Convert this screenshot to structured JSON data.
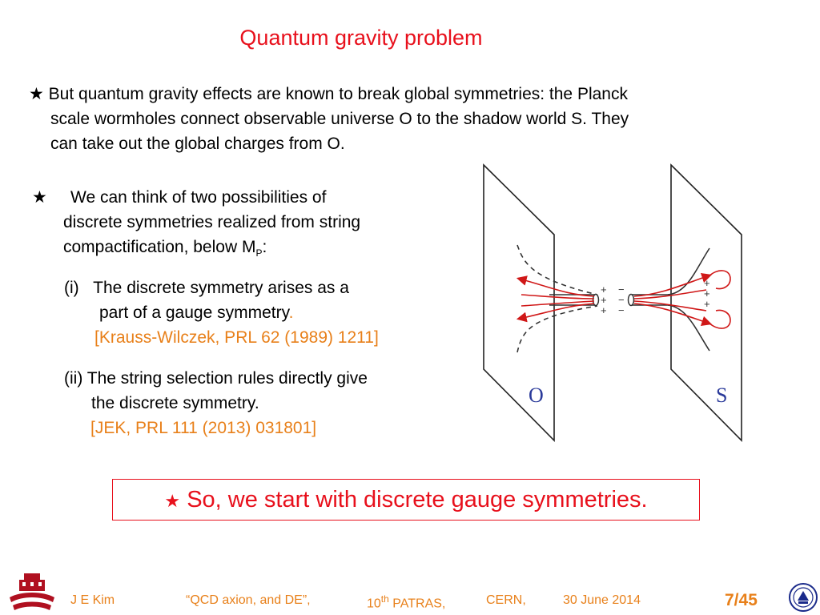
{
  "title": "Quantum gravity problem",
  "star": "★",
  "bullet1": {
    "line1": "But quantum gravity effects are known to break global symmetries: the Planck",
    "line2": "scale  wormholes connect observable universe O to the shadow world S. They",
    "line3": "can take out the global charges from O."
  },
  "bullet2": {
    "line1": "We can think of two possibilities of",
    "line2": "discrete symmetries realized from string",
    "line3_prefix": "compactification,  below M",
    "line3_sub": "P",
    "line3_suffix": ":"
  },
  "item1": {
    "label": "(i)",
    "line1": "The discrete symmetry arises as a",
    "line2": "part  of  a gauge symmetry",
    "line2_end": ".",
    "ref": "[Krauss-Wilczek, PRL 62  (1989) 1211]"
  },
  "item2": {
    "line1": "(ii) The string selection rules directly give",
    "line2": "the discrete symmetry.",
    "ref": "[JEK, PRL 111 (2013) 031801]"
  },
  "conclusion": "So, we start with discrete gauge symmetries.",
  "diagram": {
    "label_left": "O",
    "label_right": "S",
    "charge_plus": "+",
    "charge_minus": "−"
  },
  "footer": {
    "author": "J  E  Kim",
    "talk": "“QCD axion,  and DE”,",
    "conf_num": "10",
    "conf_sup": "th",
    "conf_name": "PATRAS,",
    "place": "CERN,",
    "date": "30 June  2014"
  },
  "page": "7/45",
  "colors": {
    "title": "#e8101c",
    "reference": "#e8801a",
    "field_lines": "#d01818",
    "diagram_label": "#2a3a9a"
  }
}
